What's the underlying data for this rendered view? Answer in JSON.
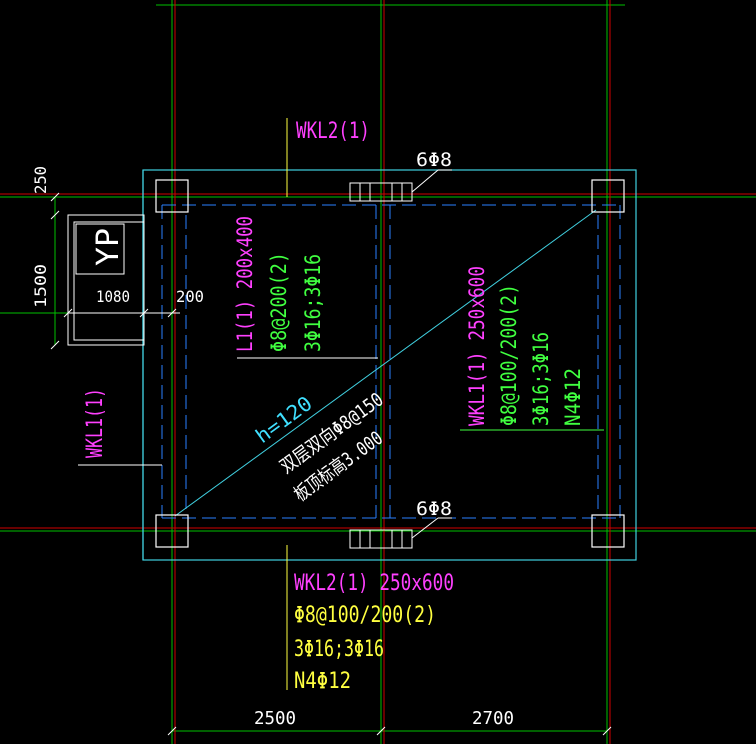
{
  "drawing": {
    "colors": {
      "background": "#000000",
      "grid_green": "#00c000",
      "axis_red": "#d00000",
      "outline_cyan": "#40d0e0",
      "dash_blue": "#2a7fff",
      "white": "#ffffff",
      "magenta": "#ff40ff",
      "yellow": "#ffff40",
      "green_text": "#40ff40",
      "cyan_text": "#40e0ff"
    },
    "beam_wkl2_top": {
      "name": "WKL2(1)"
    },
    "beam_wkl2_bottom": {
      "name": "WKL2(1) 250x600",
      "stirrup": "Φ8@100/200(2)",
      "rebar": "3Φ16;3Φ16",
      "waist": "N4Φ12"
    },
    "beam_wkl1_left": {
      "name": "WKL1(1)"
    },
    "beam_l1": {
      "name": "L1(1) 200x400",
      "stirrup": "Φ8@200(2)",
      "rebar": "3Φ16;3Φ16"
    },
    "beam_wkl1_right": {
      "name": "WKL1(1) 250x600",
      "stirrup": "Φ8@100/200(2)",
      "rebar": "3Φ16;3Φ16",
      "waist": "N4Φ12"
    },
    "slab": {
      "thickness": "h=120",
      "reinforcement": "双层双向Φ8@150",
      "elevation": "板顶标高3.000"
    },
    "hanger_top": "6Φ8",
    "hanger_bottom": "6Φ8",
    "yp_label": "YP",
    "dims": {
      "left_250": "250",
      "left_1500": "1500",
      "yp_width": "1080",
      "yp_gap": "200",
      "bottom_left": "2500",
      "bottom_right": "2700"
    }
  }
}
